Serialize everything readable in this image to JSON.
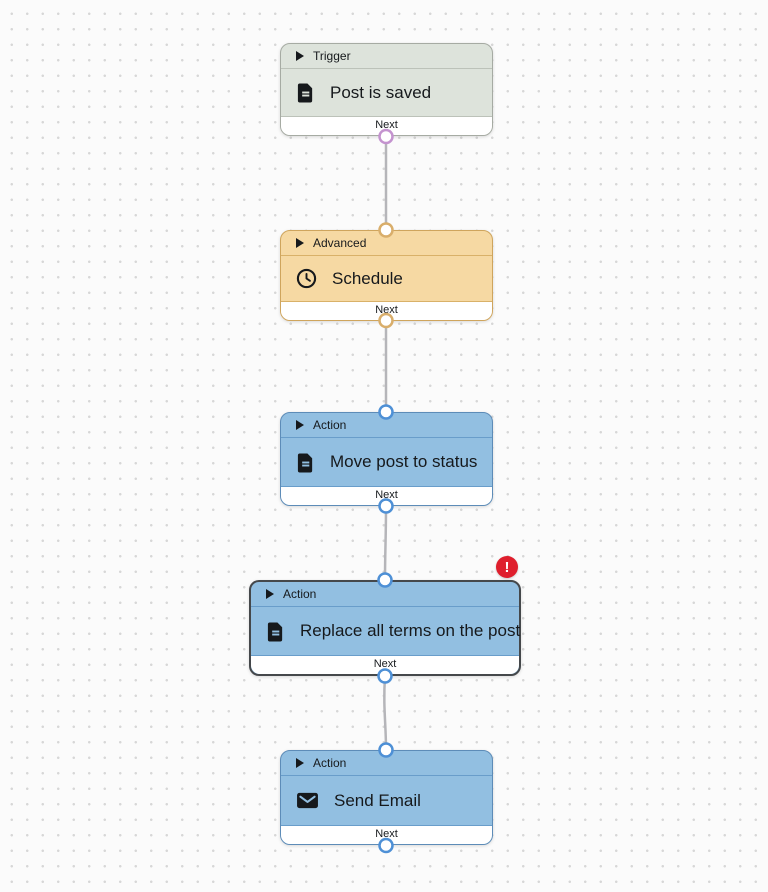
{
  "canvas": {
    "background": "#fbfbfb",
    "dot_color": "#d7d7d7",
    "edge_color": "#b5b5b9"
  },
  "nodes": [
    {
      "category_label": "Trigger",
      "title": "Post is saved",
      "icon": "document-icon",
      "footer_label": "Next",
      "selected": false,
      "has_error": false,
      "colors": {
        "fill": "#dde3db",
        "border": "#a6aba3",
        "divider": "#bcc2b9",
        "port": "#c493cf"
      }
    },
    {
      "category_label": "Advanced",
      "title": "Schedule",
      "icon": "clock-icon",
      "footer_label": "Next",
      "selected": false,
      "has_error": false,
      "colors": {
        "fill": "#f6d9a3",
        "border": "#cfa55d",
        "divider": "#d9b169",
        "port": "#d9ae6b"
      }
    },
    {
      "category_label": "Action",
      "title": "Move post to status",
      "icon": "document-icon",
      "footer_label": "Next",
      "selected": false,
      "has_error": false,
      "colors": {
        "fill": "#92bfe1",
        "border": "#5d8cb8",
        "divider": "#699dca",
        "port": "#4e90d6"
      }
    },
    {
      "category_label": "Action",
      "title": "Replace all terms on the post",
      "icon": "document-icon",
      "footer_label": "Next",
      "selected": true,
      "has_error": true,
      "colors": {
        "fill": "#92bfe1",
        "border": "#45484b",
        "divider": "#699dca",
        "port": "#4e90d6"
      }
    },
    {
      "category_label": "Action",
      "title": "Send Email",
      "icon": "email-icon",
      "footer_label": "Next",
      "selected": false,
      "has_error": false,
      "colors": {
        "fill": "#92bfe1",
        "border": "#5d8cb8",
        "divider": "#699dca",
        "port": "#4e90d6"
      }
    }
  ],
  "error_badge": {
    "symbol": "!",
    "color": "#df1f2d"
  }
}
